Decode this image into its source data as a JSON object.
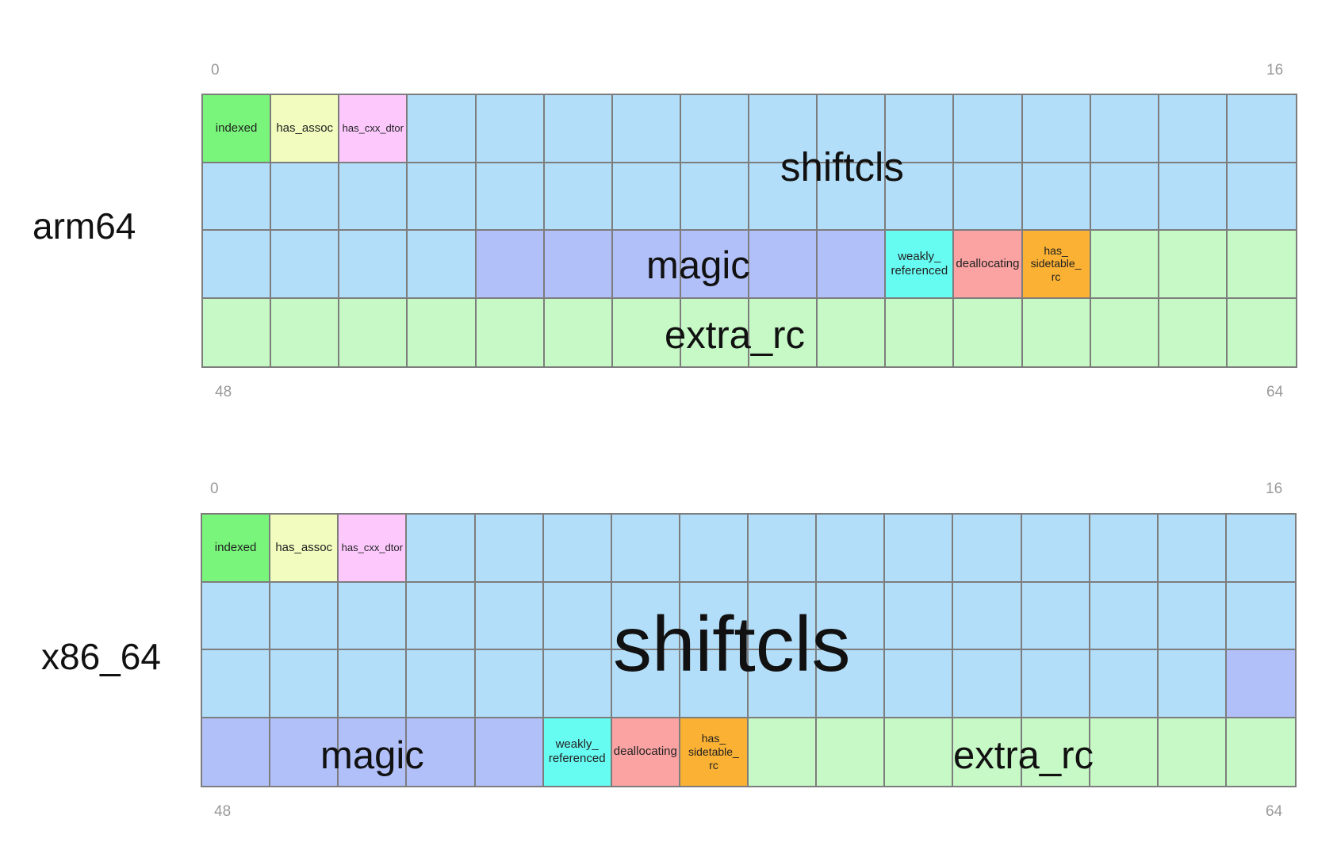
{
  "colors": {
    "indexed": "#78f57a",
    "has_assoc": "#f1fcbe",
    "has_cxx_dtor": "#fdc9fd",
    "shiftcls": "#b3def9",
    "magic": "#b2c0f9",
    "weakly_referenced": "#67fcf2",
    "deallocating": "#fba2a2",
    "has_sidetable_rc": "#fbb133",
    "extra_rc": "#c6f9c6",
    "grid_line": "#7d7d7d",
    "bit_label": "#9a9a9a"
  },
  "diagrams": [
    {
      "arch": "arm64",
      "bit_labels": {
        "top_left": "0",
        "top_right": "16",
        "bottom_left": "48",
        "bottom_right": "64"
      },
      "cells": [
        "indexed",
        "has_assoc",
        "has_cxx_dtor",
        "shiftcls",
        "shiftcls",
        "shiftcls",
        "shiftcls",
        "shiftcls",
        "shiftcls",
        "shiftcls",
        "shiftcls",
        "shiftcls",
        "shiftcls",
        "shiftcls",
        "shiftcls",
        "shiftcls",
        "shiftcls",
        "shiftcls",
        "shiftcls",
        "shiftcls",
        "shiftcls",
        "shiftcls",
        "shiftcls",
        "shiftcls",
        "shiftcls",
        "shiftcls",
        "shiftcls",
        "shiftcls",
        "shiftcls",
        "shiftcls",
        "shiftcls",
        "shiftcls",
        "shiftcls",
        "shiftcls",
        "shiftcls",
        "shiftcls",
        "magic",
        "magic",
        "magic",
        "magic",
        "magic",
        "magic",
        "weakly_referenced",
        "deallocating",
        "has_sidetable_rc",
        "extra_rc",
        "extra_rc",
        "extra_rc",
        "extra_rc",
        "extra_rc",
        "extra_rc",
        "extra_rc",
        "extra_rc",
        "extra_rc",
        "extra_rc",
        "extra_rc",
        "extra_rc",
        "extra_rc",
        "extra_rc",
        "extra_rc",
        "extra_rc",
        "extra_rc",
        "extra_rc",
        "extra_rc"
      ],
      "cell_texts": {
        "0": "indexed",
        "1": "has_assoc",
        "2": "has_cxx_dtor",
        "42": "weakly_\nreferenced",
        "43": "deallocating",
        "44": "has_\nsidetable_\nrc"
      },
      "fields": [
        {
          "key": "shiftcls",
          "text": "shiftcls"
        },
        {
          "key": "magic",
          "text": "magic"
        },
        {
          "key": "extra_rc",
          "text": "extra_rc"
        }
      ]
    },
    {
      "arch": "x86_64",
      "bit_labels": {
        "top_left": "0",
        "top_right": "16",
        "bottom_left": "48",
        "bottom_right": "64"
      },
      "cells": [
        "indexed",
        "has_assoc",
        "has_cxx_dtor",
        "shiftcls",
        "shiftcls",
        "shiftcls",
        "shiftcls",
        "shiftcls",
        "shiftcls",
        "shiftcls",
        "shiftcls",
        "shiftcls",
        "shiftcls",
        "shiftcls",
        "shiftcls",
        "shiftcls",
        "shiftcls",
        "shiftcls",
        "shiftcls",
        "shiftcls",
        "shiftcls",
        "shiftcls",
        "shiftcls",
        "shiftcls",
        "shiftcls",
        "shiftcls",
        "shiftcls",
        "shiftcls",
        "shiftcls",
        "shiftcls",
        "shiftcls",
        "shiftcls",
        "shiftcls",
        "shiftcls",
        "shiftcls",
        "shiftcls",
        "shiftcls",
        "shiftcls",
        "shiftcls",
        "shiftcls",
        "shiftcls",
        "shiftcls",
        "shiftcls",
        "shiftcls",
        "shiftcls",
        "shiftcls",
        "shiftcls",
        "magic",
        "magic",
        "magic",
        "magic",
        "magic",
        "magic",
        "weakly_referenced",
        "deallocating",
        "has_sidetable_rc",
        "extra_rc",
        "extra_rc",
        "extra_rc",
        "extra_rc",
        "extra_rc",
        "extra_rc",
        "extra_rc",
        "extra_rc"
      ],
      "cell_texts": {
        "0": "indexed",
        "1": "has_assoc",
        "2": "has_cxx_dtor",
        "53": "weakly_\nreferenced",
        "54": "deallocating",
        "55": "has_\nsidetable_\nrc"
      },
      "fields": [
        {
          "key": "shiftcls",
          "text": "shiftcls"
        },
        {
          "key": "magic",
          "text": "magic"
        },
        {
          "key": "extra_rc",
          "text": "extra_rc"
        }
      ]
    }
  ]
}
